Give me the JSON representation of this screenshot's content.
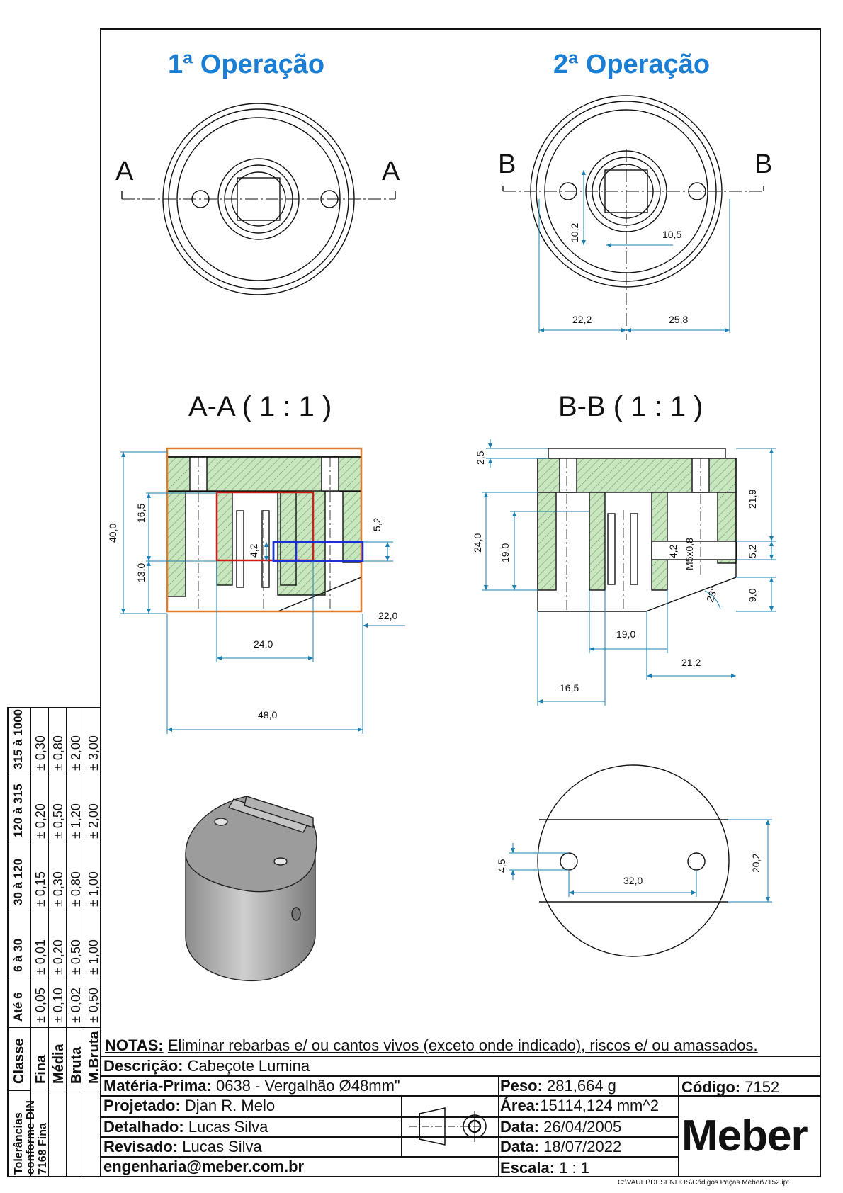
{
  "views": {
    "op1_title": "1ª Operação",
    "op2_title": "2ª Operação",
    "section_aa_title": "A-A ( 1 : 1 )",
    "section_bb_title": "B-B ( 1 : 1 )",
    "cut_a": "A",
    "cut_b": "B"
  },
  "dimensions": {
    "d_10_2": "10,2",
    "d_10_5": "10,5",
    "d_22_2": "22,2",
    "d_25_8": "25,8",
    "d_40_0": "40,0",
    "d_16_5a": "16,5",
    "d_13_0": "13,0",
    "d_4_2a": "4,2",
    "d_5_2a": "5,2",
    "d_22_0": "22,0",
    "d_24_0a": "24,0",
    "d_48_0": "48,0",
    "d_2_5": "2,5",
    "d_21_9": "21,9",
    "d_24_0b": "24,0",
    "d_19_0a": "19,0",
    "d_4_2b": "4,2",
    "d_m5": "M5x0,8",
    "d_5_2b": "5,2",
    "d_9_0": "9,0",
    "d_23": "23°",
    "d_19_0b": "19,0",
    "d_21_2": "21,2",
    "d_16_5b": "16,5",
    "d_4_5": "4,5",
    "d_32_0": "32,0",
    "d_20_2": "20,2"
  },
  "notes": {
    "label": "NOTAS:",
    "text": "Eliminar rebarbas e/ ou cantos vivos (exceto onde indicado), riscos e/ ou amassados."
  },
  "title_block": {
    "descricao_label": "Descrição:",
    "descricao": "Cabeçote Lumina",
    "materia_label": "Matéria-Prima:",
    "materia": "0638 - Vergalhão Ø48mm\"",
    "peso_label": "Peso:",
    "peso": "281,664 g",
    "codigo_label": "Código:",
    "codigo": "7152",
    "projetado_label": "Projetado:",
    "projetado": "Djan R. Melo",
    "area_label": "Área:",
    "area": "15114,124 mm^2",
    "detalhado_label": "Detalhado:",
    "detalhado": "Lucas Silva",
    "data1_label": "Data:",
    "data1": "26/04/2005",
    "revisado_label": "Revisado:",
    "revisado": "Lucas Silva",
    "data2_label": "Data:",
    "data2": "18/07/2022",
    "email": "engenharia@meber.com.br",
    "escala_label": "Escala:",
    "escala": "1 : 1",
    "logo": "Meber",
    "file_path": "C:\\VAULT\\DESENHOS\\Códigos Peças Meber\\7152.ipt"
  },
  "tolerances": {
    "header_left": "Tolerâncias conforme DIN 7168 Fina",
    "class_header": "Classe",
    "classes": [
      "Fina",
      "Média",
      "Bruta",
      "M.Bruta"
    ],
    "ranges": [
      "Até 6",
      "6 à 30",
      "30 à 120",
      "120 à 315",
      "315 à 1000"
    ],
    "values": [
      [
        "± 0,05",
        "± 0,10",
        "± 0,02",
        "± 0,50"
      ],
      [
        "± 0,01",
        "± 0,20",
        "± 0,50",
        "± 1,00"
      ],
      [
        "± 0,15",
        "± 0,30",
        "± 0,80",
        "± 1,00"
      ],
      [
        "± 0,20",
        "± 0,50",
        "± 1,20",
        "± 2,00"
      ],
      [
        "± 0,30",
        "± 0,80",
        "± 2,00",
        "± 3,00"
      ]
    ]
  }
}
